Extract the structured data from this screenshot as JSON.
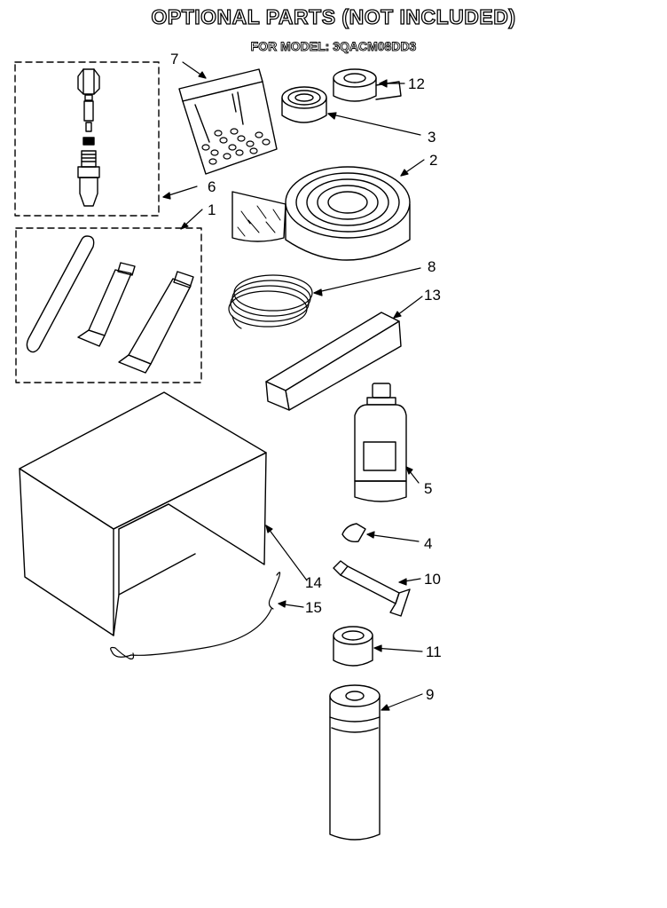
{
  "header": {
    "title": "OPTIONAL PARTS (NOT INCLUDED)",
    "subtitle": "FOR MODEL: 3QACM08DD3"
  },
  "callouts": [
    "7",
    "12",
    "3",
    "2",
    "6",
    "1",
    "8",
    "13",
    "5",
    "4",
    "10",
    "14",
    "15",
    "11",
    "9"
  ],
  "colors": {
    "line": "#000000",
    "background": "#ffffff"
  }
}
